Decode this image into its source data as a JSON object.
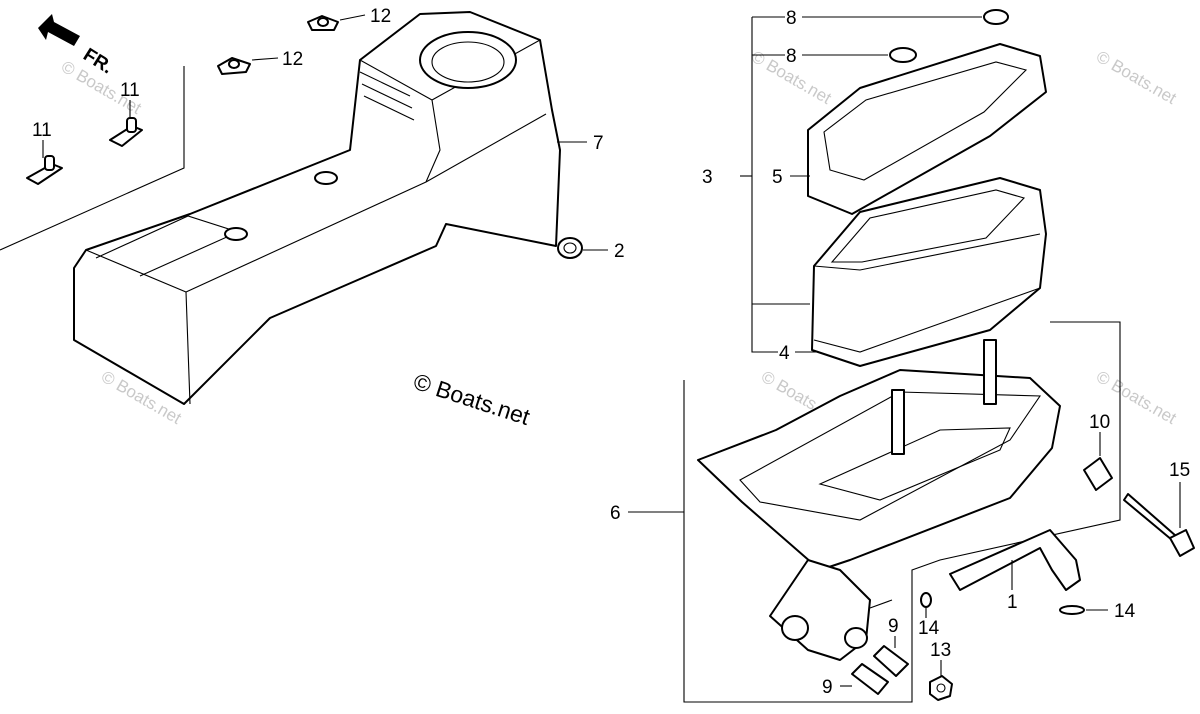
{
  "direction": {
    "text": "FR."
  },
  "copyright": "© Boats.net",
  "watermark": "© Boats.net",
  "labels": {
    "p1": "1",
    "p2": "2",
    "p3": "3",
    "p4": "4",
    "p5": "5",
    "p6": "6",
    "p7": "7",
    "p8a": "8",
    "p8b": "8",
    "p9a": "9",
    "p9b": "9",
    "p10": "10",
    "p11a": "11",
    "p11b": "11",
    "p12a": "12",
    "p12b": "12",
    "p13": "13",
    "p14a": "14",
    "p14b": "14",
    "p15": "15"
  }
}
